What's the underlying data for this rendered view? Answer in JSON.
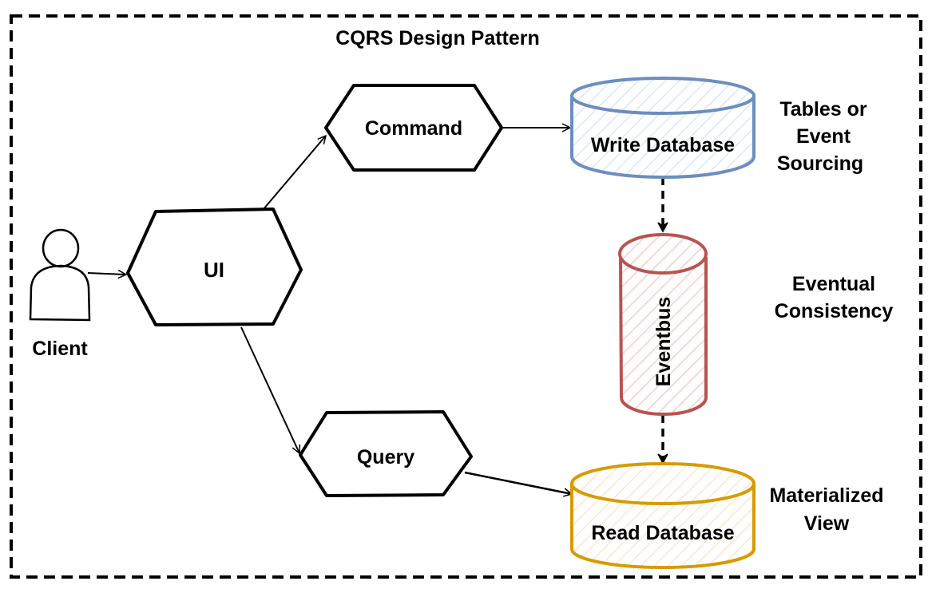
{
  "title": "CQRS Design Pattern",
  "nodes": {
    "client": {
      "label": "Client",
      "icon": "person-icon"
    },
    "ui": {
      "label": "UI"
    },
    "command": {
      "label": "Command"
    },
    "query": {
      "label": "Query"
    },
    "write_db": {
      "label": "Write Database",
      "color": "#6c8ebf",
      "fill": "#dae8fc"
    },
    "eventbus": {
      "label": "Eventbus",
      "color": "#b85450",
      "fill": "#f8cecc"
    },
    "read_db": {
      "label": "Read Database",
      "color": "#d79b00",
      "fill": "#ffe6cc"
    }
  },
  "annotations": {
    "write_db": [
      "Tables or",
      "Event",
      "Sourcing"
    ],
    "eventbus": [
      "Eventual",
      "Consistency"
    ],
    "read_db": [
      "Materialized",
      "View"
    ]
  },
  "edges": [
    {
      "from": "client",
      "to": "ui",
      "style": "solid"
    },
    {
      "from": "ui",
      "to": "command",
      "style": "solid"
    },
    {
      "from": "ui",
      "to": "query",
      "style": "solid"
    },
    {
      "from": "command",
      "to": "write_db",
      "style": "solid"
    },
    {
      "from": "query",
      "to": "read_db",
      "style": "solid"
    },
    {
      "from": "write_db",
      "to": "eventbus",
      "style": "dashed"
    },
    {
      "from": "eventbus",
      "to": "read_db",
      "style": "dashed"
    }
  ]
}
